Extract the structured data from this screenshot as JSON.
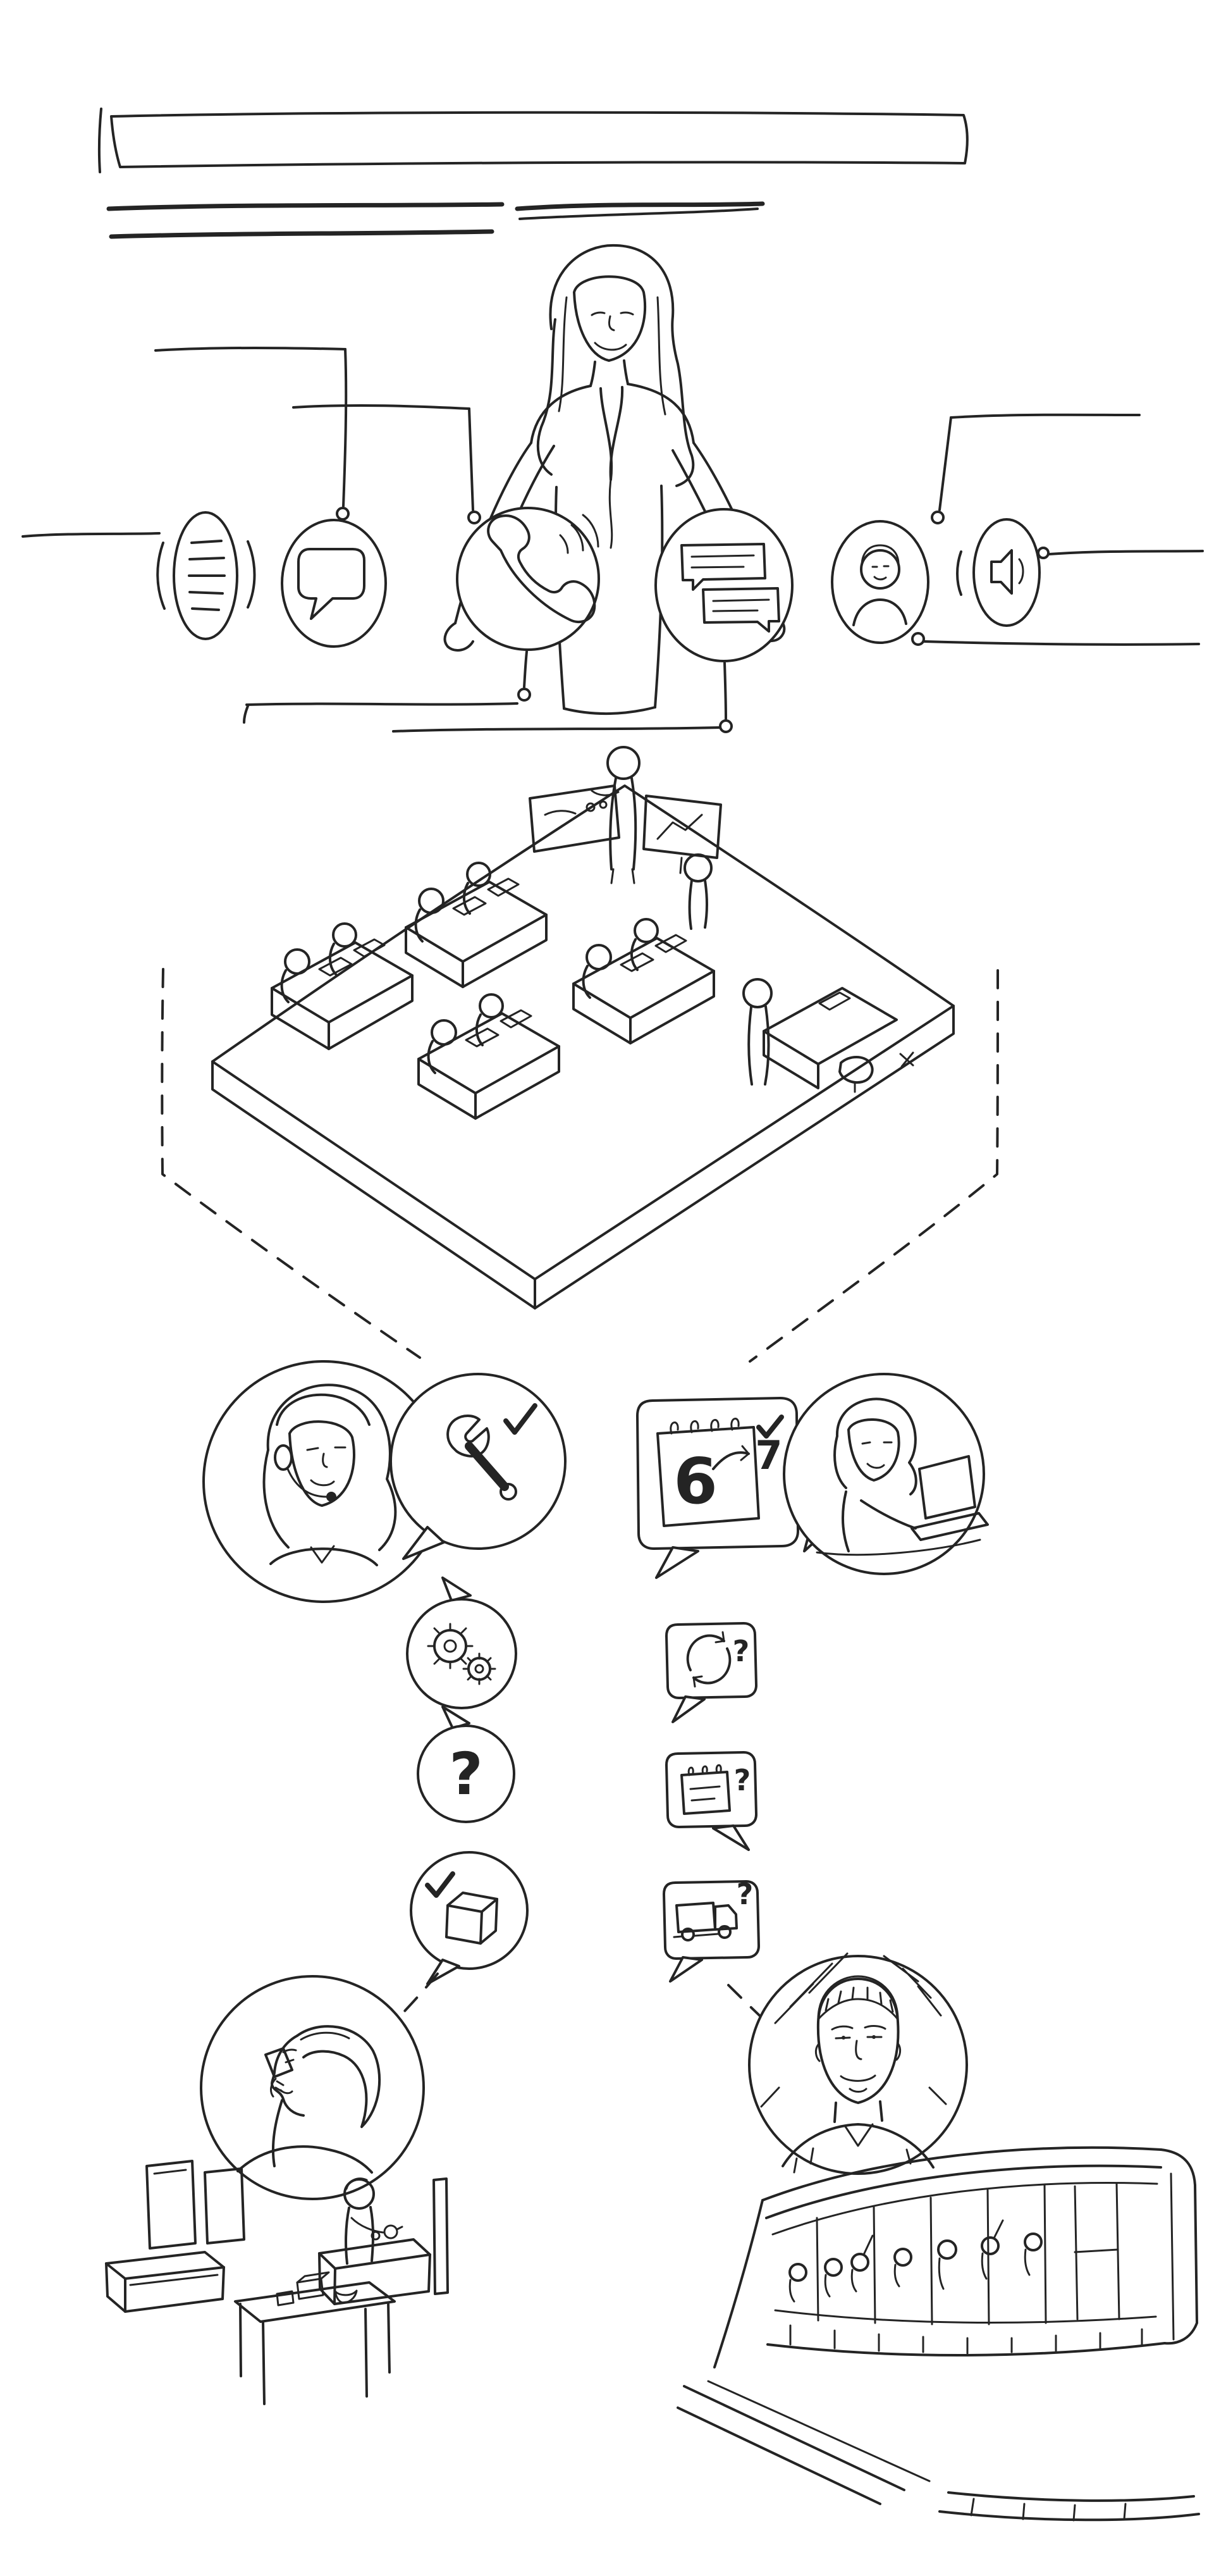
{
  "palette": {
    "ink": "#242424",
    "paper": "#ffffff"
  },
  "header": {
    "title_placeholder": "",
    "note_left_1": "",
    "note_left_2": "",
    "note_right": ""
  },
  "presenter": {
    "figure": "woman-presenting-open-arms"
  },
  "channels": [
    {
      "id": "voicemail",
      "icon": "voicemail-lines-icon"
    },
    {
      "id": "chat",
      "icon": "chat-bubble-icon"
    },
    {
      "id": "phone",
      "icon": "phone-handset-icon"
    },
    {
      "id": "messages",
      "icon": "double-message-icon"
    },
    {
      "id": "video-avatar",
      "icon": "person-avatar-icon"
    },
    {
      "id": "audio",
      "icon": "speaker-icon"
    }
  ],
  "office_floor": {
    "id": "isometric-call-centre-floor",
    "elements": [
      "presentation-screens",
      "presenter-figure",
      "desk-pods",
      "agents",
      "manager-desk"
    ]
  },
  "left_thread": {
    "agent": "support-agent-with-headset",
    "bubbles": [
      {
        "icon": "wrench-check-icon",
        "text": ""
      },
      {
        "icon": "gears-icon",
        "text": ""
      },
      {
        "icon": "question-icon",
        "text": "?"
      },
      {
        "icon": "package-check-icon",
        "text": ""
      }
    ],
    "customer": "customer-on-phone",
    "scene": "kitchen-scene"
  },
  "right_thread": {
    "agent": "agent-at-laptop",
    "calendar_bubble": {
      "from_day": "6",
      "to_day": "7"
    },
    "bubbles": [
      {
        "icon": "sync-arrows-icon",
        "text": "?"
      },
      {
        "icon": "calendar-icon",
        "text": "?"
      },
      {
        "icon": "delivery-truck-icon",
        "text": "?"
      }
    ],
    "customer": "customer-portrait",
    "scene": "train-interior-scene"
  }
}
